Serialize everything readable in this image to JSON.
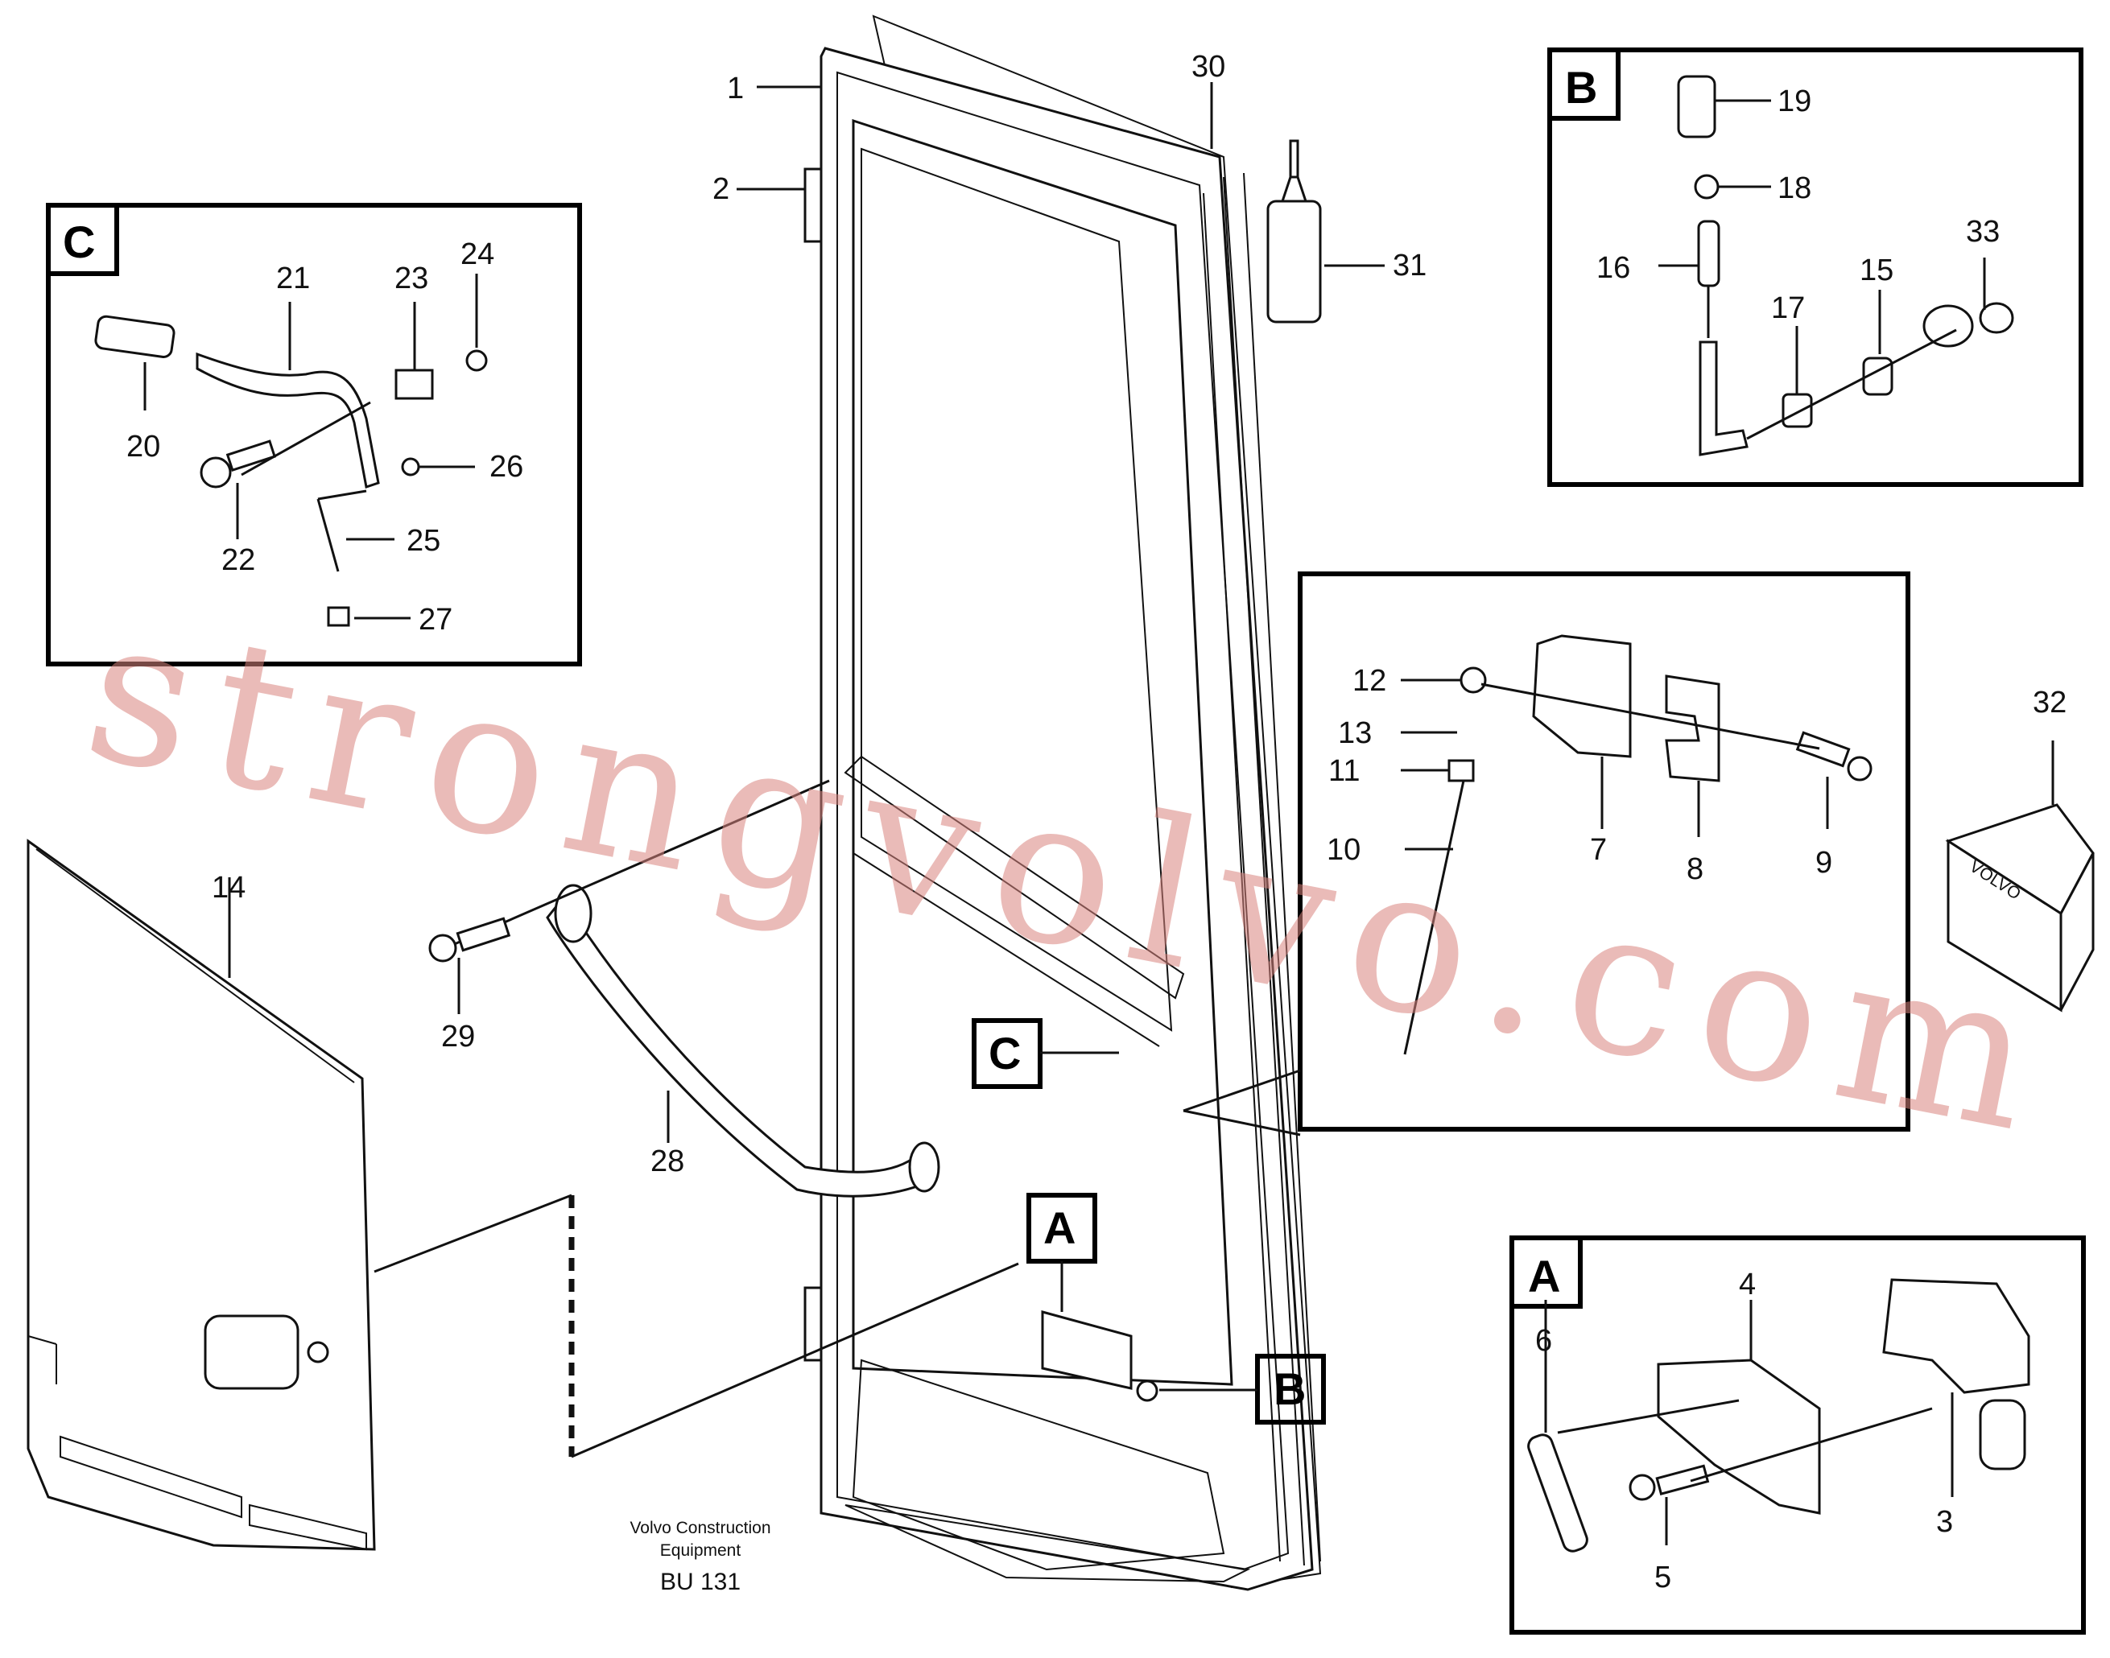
{
  "diagram": {
    "caption": {
      "line1": "Volvo Construction",
      "line2": "Equipment",
      "code": "BU 131"
    },
    "watermark": "strongvolvo.com",
    "detail_boxes": {
      "A": "A",
      "B": "B",
      "C": "C"
    },
    "callouts": {
      "p1": "1",
      "p2": "2",
      "p3": "3",
      "p4": "4",
      "p5": "5",
      "p6": "6",
      "p7": "7",
      "p8": "8",
      "p9": "9",
      "p10": "10",
      "p11": "11",
      "p12": "12",
      "p13": "13",
      "p14": "14",
      "p15": "15",
      "p16": "16",
      "p17": "17",
      "p18": "18",
      "p19": "19",
      "p20": "20",
      "p21": "21",
      "p22": "22",
      "p23": "23",
      "p24": "24",
      "p25": "25",
      "p26": "26",
      "p27": "27",
      "p28": "28",
      "p29": "29",
      "p30": "30",
      "p31": "31",
      "p32": "32",
      "p33": "33"
    },
    "box32_brand": "VOLVO"
  }
}
